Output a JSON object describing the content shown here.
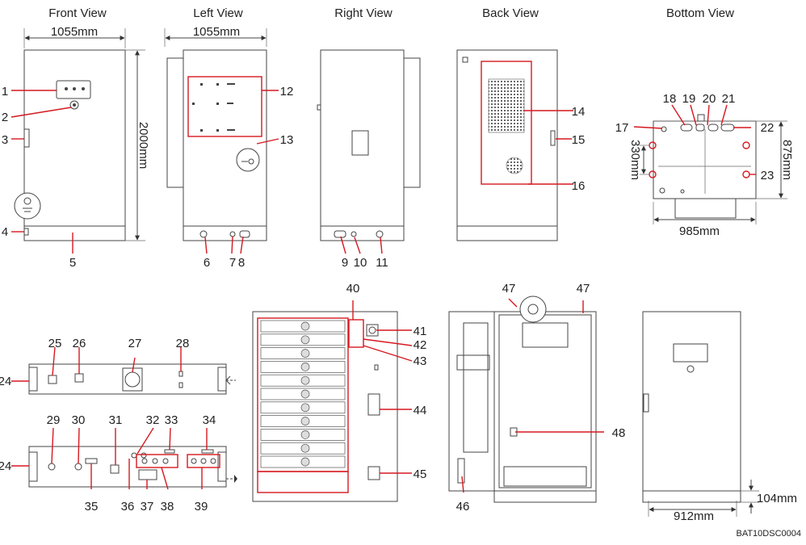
{
  "views": {
    "front": "Front View",
    "left": "Left View",
    "right": "Right View",
    "back": "Back View",
    "bottom": "Bottom View"
  },
  "dimensions": {
    "front_width": "1055mm",
    "left_width": "1055mm",
    "height": "2000mm",
    "bottom_depth": "875mm",
    "bottom_hole": "330mm",
    "bottom_width": "985mm",
    "base_width": "912mm",
    "base_height": "104mm"
  },
  "callouts": [
    "1",
    "2",
    "3",
    "4",
    "5",
    "6",
    "7",
    "8",
    "9",
    "10",
    "11",
    "12",
    "13",
    "14",
    "15",
    "16",
    "17",
    "18",
    "19",
    "20",
    "21",
    "22",
    "23",
    "24",
    "25",
    "26",
    "27",
    "28",
    "24",
    "29",
    "30",
    "31",
    "32",
    "33",
    "34",
    "35",
    "36",
    "37",
    "38",
    "39",
    "40",
    "41",
    "42",
    "43",
    "44",
    "45",
    "46",
    "47",
    "47",
    "48"
  ],
  "figure_code": "BAT10DSC0004",
  "colors": {
    "highlight": "#d51920",
    "line": "#444444"
  }
}
